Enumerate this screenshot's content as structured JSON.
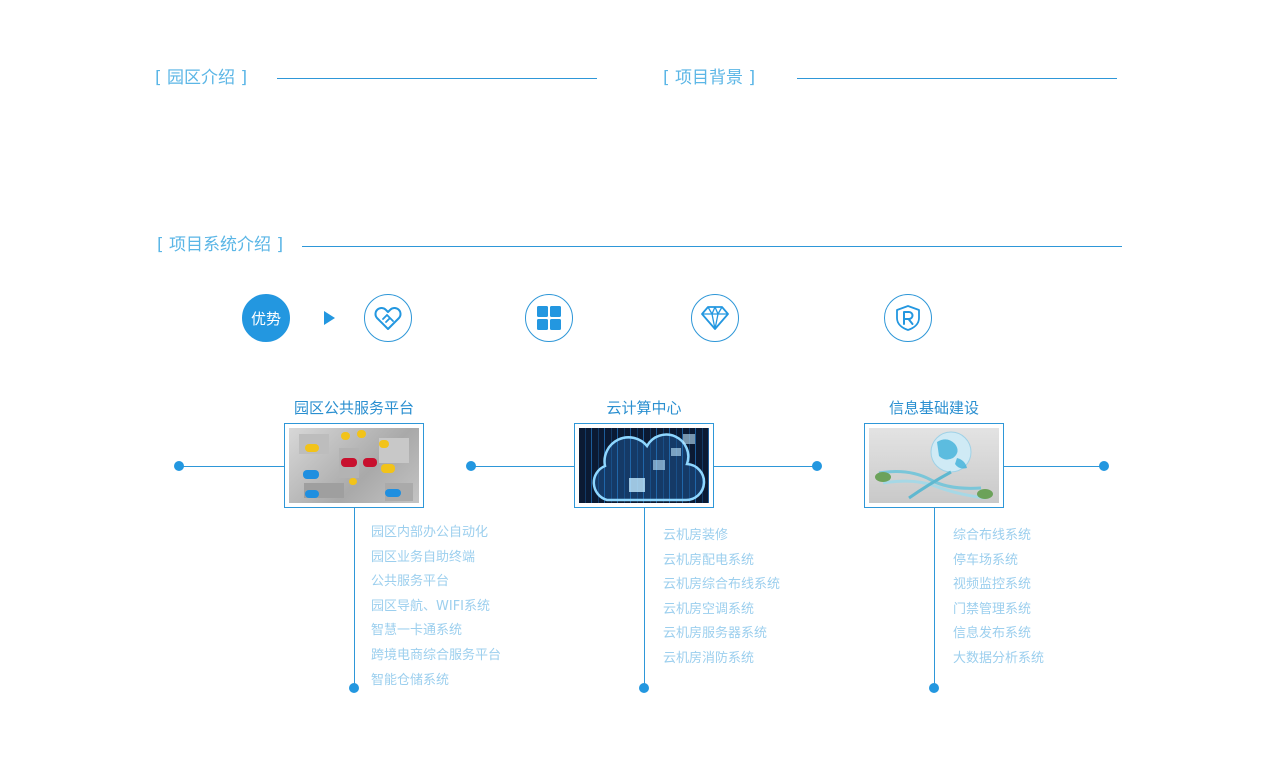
{
  "sections": {
    "park_intro": "[ 园区介绍 ]",
    "project_background": "[ 项目背景 ]",
    "system_intro": "[ 项目系统介绍 ]"
  },
  "tabs": {
    "advantage_label": "优势",
    "icons": [
      "handshake-icon",
      "grid-icon",
      "diamond-icon",
      "registered-icon"
    ]
  },
  "columns": [
    {
      "title": "园区公共服务平台",
      "image": "park-map-image",
      "items": [
        "园区内部办公自动化",
        "园区业务自助终端",
        "公共服务平台",
        "园区导航、WIFI系统",
        "智慧一卡通系统",
        "跨境电商综合服务平台",
        "智能仓储系统"
      ]
    },
    {
      "title": "云计算中心",
      "image": "cloud-data-image",
      "items": [
        "云机房装修",
        "云机房配电系统",
        "云机房综合布线系统",
        "云机房空调系统",
        "云机房服务器系统",
        "云机房消防系统"
      ]
    },
    {
      "title": "信息基础建设",
      "image": "globe-network-image",
      "items": [
        "综合布线系统",
        "停车场系统",
        "视频监控系统",
        "门禁管理系统",
        "信息发布系统",
        "大数据分析系统"
      ]
    }
  ],
  "colors": {
    "accent": "#2397e0",
    "light_text": "#9ccfee",
    "title_text": "#5bb6e6"
  }
}
